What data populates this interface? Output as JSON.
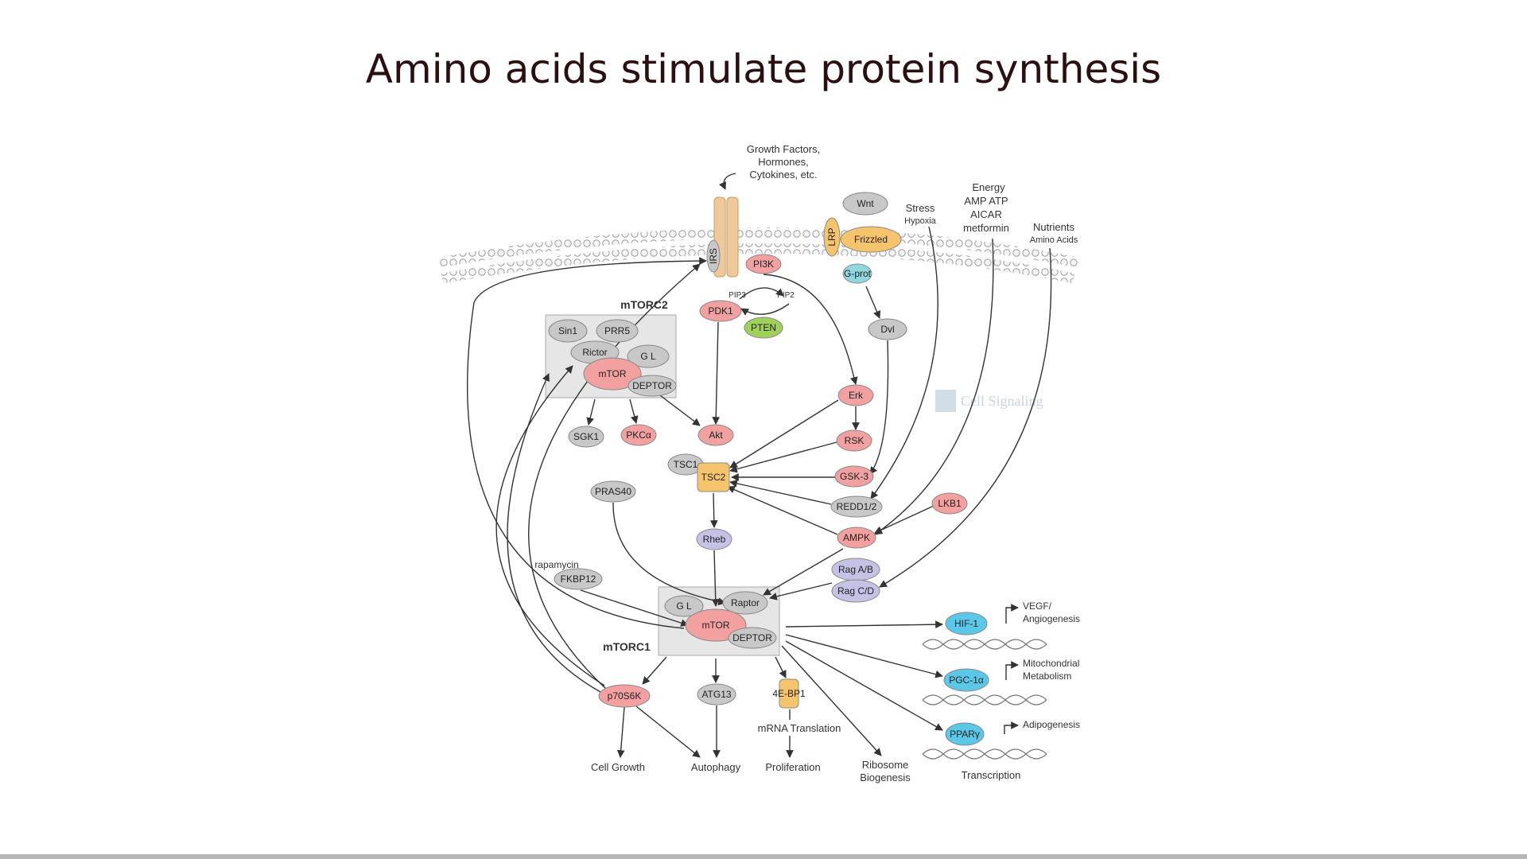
{
  "slide": {
    "title": "Amino acids stimulate protein synthesis",
    "watermark": "Cell Signaling"
  },
  "colors": {
    "red": "#f2a0a0",
    "gray": "#c8c8c8",
    "orange": "#f7c46e",
    "purple": "#c6c2e6",
    "cyan": "#5cc8e8",
    "green": "#9fd05a",
    "teal": "#8fd8e0",
    "membrane": "#dcdcdc"
  },
  "labels": {
    "growth_factors": [
      "Growth Factors,",
      "Hormones,",
      "Cytokines, etc."
    ],
    "stress": [
      "Stress",
      "Hypoxia"
    ],
    "energy": [
      "Energy",
      "AMP  ATP",
      "AICAR",
      "metformin"
    ],
    "nutrients": [
      "Nutrients",
      "Amino Acids"
    ],
    "mtorc2": "mTORC2",
    "mtorc1": "mTORC1",
    "rapamycin": "rapamycin",
    "pip3": "PIP3",
    "pip2": "PIP2",
    "cell_growth": "Cell Growth",
    "autophagy": "Autophagy",
    "proliferation": "Proliferation",
    "ribosome": [
      "Ribosome",
      "Biogenesis"
    ],
    "mrna": "mRNA Translation",
    "transcription": "Transcription",
    "vegf": [
      "VEGF/",
      "Angiogenesis"
    ],
    "mito": [
      "Mitochondrial",
      "Metabolism"
    ],
    "adipo": "Adipogenesis"
  },
  "nodes": [
    {
      "id": "wnt",
      "label": "Wnt",
      "color": "gray"
    },
    {
      "id": "frizzled",
      "label": "Frizzled",
      "color": "orange"
    },
    {
      "id": "lrp",
      "label": "LRP",
      "color": "orange"
    },
    {
      "id": "gprot",
      "label": "G-prot",
      "color": "teal"
    },
    {
      "id": "dvl",
      "label": "Dvl",
      "color": "gray"
    },
    {
      "id": "pi3k",
      "label": "PI3K",
      "color": "red"
    },
    {
      "id": "irs",
      "label": "IRS",
      "color": "gray"
    },
    {
      "id": "pdk1",
      "label": "PDK1",
      "color": "red"
    },
    {
      "id": "pten",
      "label": "PTEN",
      "color": "green"
    },
    {
      "id": "sin1",
      "label": "Sin1",
      "color": "gray"
    },
    {
      "id": "prr5",
      "label": "PRR5",
      "color": "gray"
    },
    {
      "id": "rictor",
      "label": "Rictor",
      "color": "gray"
    },
    {
      "id": "gl2",
      "label": "G L",
      "color": "gray"
    },
    {
      "id": "mtor2",
      "label": "mTOR",
      "color": "red"
    },
    {
      "id": "deptor2",
      "label": "DEPTOR",
      "color": "gray"
    },
    {
      "id": "sgk1",
      "label": "SGK1",
      "color": "gray"
    },
    {
      "id": "pkca",
      "label": "PKCα",
      "color": "red"
    },
    {
      "id": "akt",
      "label": "Akt",
      "color": "red"
    },
    {
      "id": "erk",
      "label": "Erk",
      "color": "red"
    },
    {
      "id": "rsk",
      "label": "RSK",
      "color": "red"
    },
    {
      "id": "tsc1",
      "label": "TSC1",
      "color": "gray"
    },
    {
      "id": "tsc2",
      "label": "TSC2",
      "color": "orange"
    },
    {
      "id": "gsk3",
      "label": "GSK-3",
      "color": "red"
    },
    {
      "id": "pras40",
      "label": "PRAS40",
      "color": "gray"
    },
    {
      "id": "redd",
      "label": "REDD1/2",
      "color": "gray"
    },
    {
      "id": "lkb1",
      "label": "LKB1",
      "color": "red"
    },
    {
      "id": "ampk",
      "label": "AMPK",
      "color": "red"
    },
    {
      "id": "rheb",
      "label": "Rheb",
      "color": "purple"
    },
    {
      "id": "fkbp12",
      "label": "FKBP12",
      "color": "gray"
    },
    {
      "id": "ragab",
      "label": "Rag A/B",
      "color": "purple"
    },
    {
      "id": "ragcd",
      "label": "Rag C/D",
      "color": "purple"
    },
    {
      "id": "gl1",
      "label": "G L",
      "color": "gray"
    },
    {
      "id": "raptor",
      "label": "Raptor",
      "color": "gray"
    },
    {
      "id": "mtor1",
      "label": "mTOR",
      "color": "red"
    },
    {
      "id": "deptor1",
      "label": "DEPTOR",
      "color": "gray"
    },
    {
      "id": "p70s6k",
      "label": "p70S6K",
      "color": "red"
    },
    {
      "id": "atg13",
      "label": "ATG13",
      "color": "gray"
    },
    {
      "id": "4ebp1",
      "label": "4E-BP1",
      "color": "orange"
    },
    {
      "id": "hif1",
      "label": "HIF-1",
      "color": "cyan"
    },
    {
      "id": "pgc1a",
      "label": "PGC-1α",
      "color": "cyan"
    },
    {
      "id": "ppar",
      "label": "PPARγ",
      "color": "cyan"
    }
  ]
}
